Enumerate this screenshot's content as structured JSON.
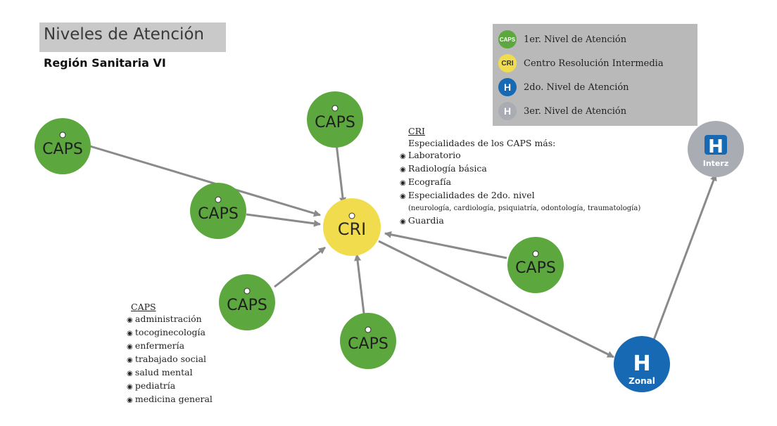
{
  "title": "Niveles de Atención",
  "subtitle": "Región Sanitaria VI",
  "legend": [
    {
      "icon": "CAPS",
      "label": "1er. Nivel de Atención",
      "color": "#5da83e"
    },
    {
      "icon": "CRI",
      "label": "Centro Resolución Intermedia",
      "color": "#f1dc4d"
    },
    {
      "icon": "H",
      "label": "2do. Nivel de Atención",
      "color": "#1769b3"
    },
    {
      "icon": "H",
      "label": "3er. Nivel de Atención",
      "color": "#a9acb3"
    }
  ],
  "nodes": {
    "caps": "CAPS",
    "cri": "CRI",
    "zonal_h": "H",
    "zonal_label": "Zonal",
    "interz_h": "H",
    "interz_label": "Interz"
  },
  "cri_info": {
    "heading": "CRI",
    "intro": "Especialidades de los CAPS más:",
    "items": [
      "Laboratorio",
      "Radiología básica",
      "Ecografía",
      "Especialidades de 2do. nivel"
    ],
    "note": "(neurología, cardiología, psiquiatría, odontología, traumatología)",
    "last": "Guardia"
  },
  "caps_info": {
    "heading": "CAPS",
    "items": [
      "administración",
      "tocoginecología",
      "enfermería",
      "trabajado social",
      "salud mental",
      "pediatría",
      "medicina general"
    ]
  },
  "colors": {
    "caps": "#5da83e",
    "cri": "#f1dc4d",
    "zonal": "#1769b3",
    "interz": "#a9acb3",
    "arrow": "#8a8a8a"
  }
}
